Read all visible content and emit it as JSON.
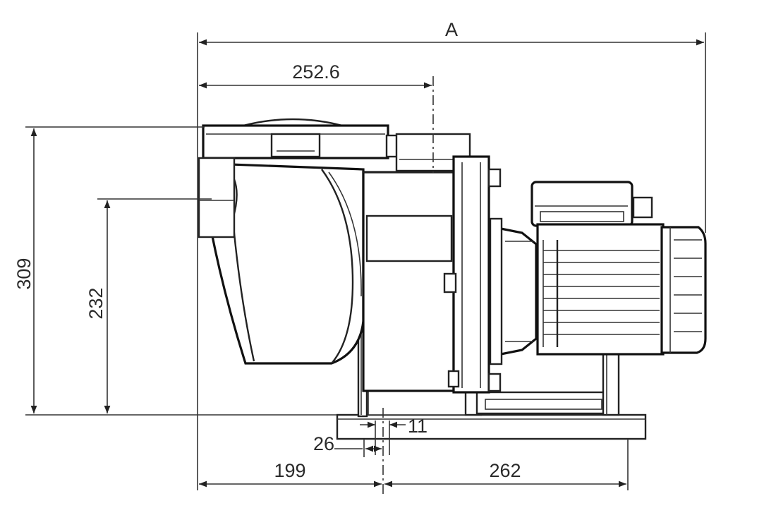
{
  "dimensions": {
    "overall_length": "A",
    "inlet_offset": "252.6",
    "total_height": "309",
    "inlet_height": "232",
    "slot_width": "11",
    "slot_offset": "26",
    "front_to_hole": "199",
    "hole_to_hole": "262"
  },
  "colors": {
    "line": "#222222",
    "background": "#ffffff"
  }
}
